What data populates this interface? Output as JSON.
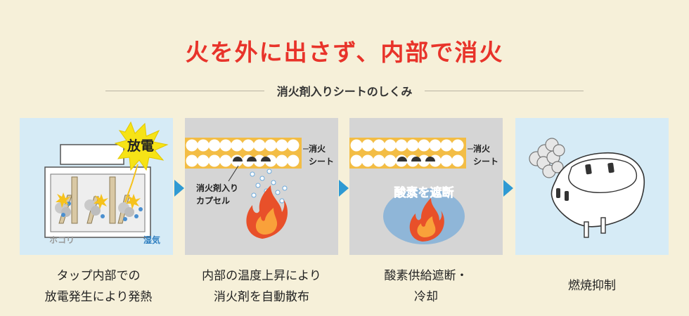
{
  "title": "火を外に出さず、内部で消火",
  "subtitle": "消火剤入りシートのしくみ",
  "panel1": {
    "burst": "放電",
    "dust": "ホコリ",
    "moisture": "湿気"
  },
  "panel2": {
    "sheet_line1": "消火",
    "sheet_line2": "シート",
    "capsule_line1": "消火剤入り",
    "capsule_line2": "カプセル"
  },
  "panel3": {
    "sheet_line1": "消火",
    "sheet_line2": "シート",
    "oxygen": "酸素を遮断"
  },
  "captions": {
    "c1_line1": "タップ内部での",
    "c1_line2": "放電発生により発熱",
    "c2_line1": "内部の温度上昇により",
    "c2_line2": "消火剤を自動散布",
    "c3_line1": "酸素供給遮断・",
    "c3_line2": "冷却",
    "c4_line1": "燃焼抑制"
  },
  "colors": {
    "title": "#e8332a",
    "arrow": "#2f9ad3",
    "flame": "#e8502a",
    "sheet": "#f3bd45",
    "blue_panel": "#d6ebf6",
    "gray_panel": "#d5d5d5"
  }
}
